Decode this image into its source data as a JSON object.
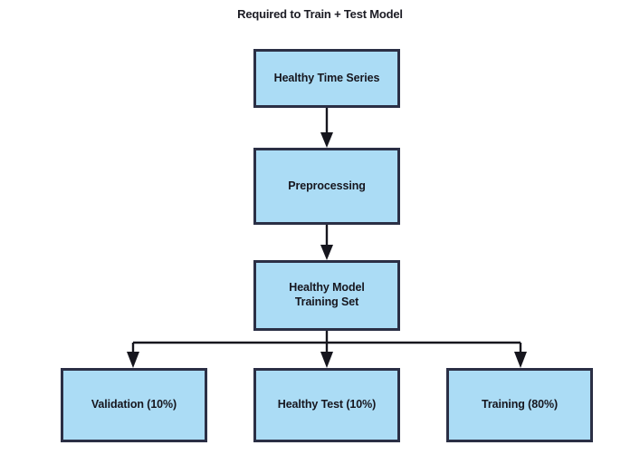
{
  "diagram": {
    "title": "Required to Train + Test Model",
    "type": "flowchart",
    "colors": {
      "node_fill": "#abdcf5",
      "node_border": "#2b2f45",
      "edge": "#16161e",
      "text": "#16161e",
      "background": "#ffffff"
    },
    "nodes": [
      {
        "id": "healthy-time-series",
        "label": "Healthy Time Series"
      },
      {
        "id": "preprocessing",
        "label": "Preprocessing"
      },
      {
        "id": "training-set",
        "label": "Healthy Model\nTraining Set"
      },
      {
        "id": "validation",
        "label": "Validation (10%)"
      },
      {
        "id": "healthy-test",
        "label": "Healthy Test (10%)"
      },
      {
        "id": "training",
        "label": "Training (80%)"
      }
    ],
    "edges": [
      {
        "from": "healthy-time-series",
        "to": "preprocessing",
        "style": "straight-arrow"
      },
      {
        "from": "preprocessing",
        "to": "training-set",
        "style": "straight-arrow"
      },
      {
        "from": "training-set",
        "to": "validation",
        "style": "elbow-arrow"
      },
      {
        "from": "training-set",
        "to": "healthy-test",
        "style": "straight-arrow"
      },
      {
        "from": "training-set",
        "to": "training",
        "style": "elbow-arrow"
      }
    ],
    "splits": [
      {
        "node": "validation",
        "percent": "10%"
      },
      {
        "node": "healthy-test",
        "percent": "10%"
      },
      {
        "node": "training",
        "percent": "80%"
      }
    ]
  }
}
